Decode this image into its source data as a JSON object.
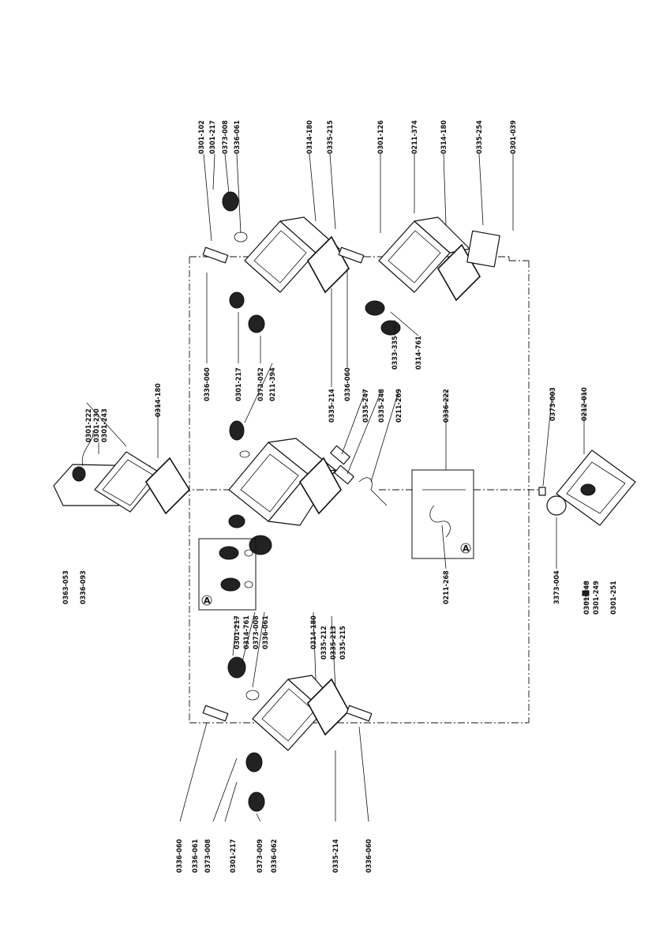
{
  "figure": {
    "detail_marker": "A",
    "labels": [
      {
        "id": "l1",
        "text": "0301-102"
      },
      {
        "id": "l2",
        "text": "0301-217"
      },
      {
        "id": "l3",
        "text": "0373-008"
      },
      {
        "id": "l4",
        "text": "0336-061"
      },
      {
        "id": "l5",
        "text": "0314-180"
      },
      {
        "id": "l6",
        "text": "0335-215"
      },
      {
        "id": "l7",
        "text": "0301-126"
      },
      {
        "id": "l8",
        "text": "0211-374"
      },
      {
        "id": "l9",
        "text": "0314-180"
      },
      {
        "id": "l10",
        "text": "0335-254"
      },
      {
        "id": "l11",
        "text": "0301-039"
      },
      {
        "id": "l12",
        "text": "0301-222"
      },
      {
        "id": "l13",
        "text": "0301-230"
      },
      {
        "id": "l14",
        "text": "0301-243"
      },
      {
        "id": "l15",
        "text": "0314-180"
      },
      {
        "id": "l16",
        "text": "0336-060"
      },
      {
        "id": "l17",
        "text": "0301-217"
      },
      {
        "id": "l18",
        "text": "0373-052"
      },
      {
        "id": "l19",
        "text": "0211-394"
      },
      {
        "id": "l20",
        "text": "0335-214"
      },
      {
        "id": "l21",
        "text": "0335-247"
      },
      {
        "id": "l22",
        "text": "0335-248"
      },
      {
        "id": "l23",
        "text": "0211-269"
      },
      {
        "id": "l24",
        "text": "0336-222"
      },
      {
        "id": "l25",
        "text": "0336-060"
      },
      {
        "id": "l26",
        "text": "0333-335"
      },
      {
        "id": "l27",
        "text": "0314-761"
      },
      {
        "id": "l28",
        "text": "0373-003"
      },
      {
        "id": "l29",
        "text": "0212-010"
      },
      {
        "id": "l30",
        "text": "0363-053"
      },
      {
        "id": "l31",
        "text": "0336-093"
      },
      {
        "id": "l32",
        "text": "0301-217"
      },
      {
        "id": "l33",
        "text": "0314-761"
      },
      {
        "id": "l34",
        "text": "0373-008"
      },
      {
        "id": "l35",
        "text": "0336-061"
      },
      {
        "id": "l36",
        "text": "0314-180"
      },
      {
        "id": "l37",
        "text": "0335-212"
      },
      {
        "id": "l38",
        "text": "0335-213"
      },
      {
        "id": "l39",
        "text": "0335-215"
      },
      {
        "id": "l40",
        "text": "0211-268"
      },
      {
        "id": "l41",
        "text": "3373-004"
      },
      {
        "id": "l42",
        "text": "0301-248"
      },
      {
        "id": "l43",
        "text": "0301-249"
      },
      {
        "id": "l44",
        "text": "0301-251"
      },
      {
        "id": "l45",
        "text": "0336-060"
      },
      {
        "id": "l46",
        "text": "0336-061"
      },
      {
        "id": "l47",
        "text": "0373-008"
      },
      {
        "id": "l48",
        "text": "0301-217"
      },
      {
        "id": "l49",
        "text": "0373-009"
      },
      {
        "id": "l50",
        "text": "0336-062"
      },
      {
        "id": "l51",
        "text": "0335-214"
      },
      {
        "id": "l52",
        "text": "0336-060"
      }
    ]
  }
}
